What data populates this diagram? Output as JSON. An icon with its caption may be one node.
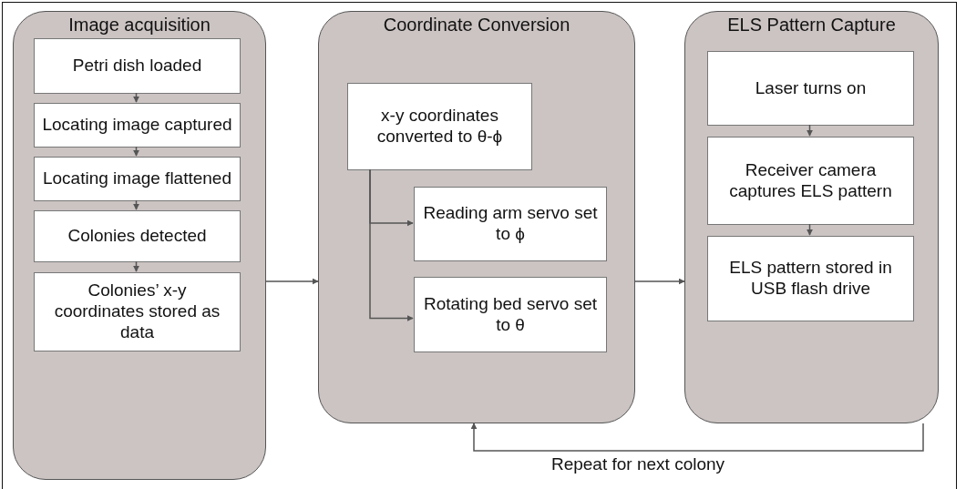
{
  "diagram": {
    "nodes": [
      {
        "text": [
          "Image acquisition"
        ]
      },
      {
        "text": [
          "Petri dish loaded"
        ],
        "in": 0
      },
      {
        "text": [
          "Locating image captured"
        ],
        "in": 0
      },
      {
        "text": [
          "Locating image flattened"
        ],
        "in": 0
      },
      {
        "text": [
          "Colonies detected"
        ],
        "in": 0
      },
      {
        "text": [
          "Colonies’ x-y coordinates stored as data"
        ],
        "in": 0
      },
      {
        "text": [
          "Coordinate Conversion"
        ]
      },
      {
        "text": [
          "x-y coordinates converted to θ-ϕ"
        ],
        "in": 6
      },
      {
        "text": [
          "Reading arm servo set to ϕ"
        ],
        "in": 6
      },
      {
        "text": [
          "Rotating bed servo set to θ"
        ],
        "in": 6
      },
      {
        "text": [
          "ELS Pattern Capture"
        ]
      },
      {
        "text": [
          "Laser turns on"
        ],
        "in": 10
      },
      {
        "text": [
          "Receiver camera captures ELS pattern"
        ],
        "in": 10
      },
      {
        "text": [
          "ELS pattern stored in USB flash drive"
        ],
        "in": 10
      }
    ],
    "edges": [
      {
        "from": 1,
        "to": 2,
        "arrow": "to"
      },
      {
        "from": 2,
        "to": 3,
        "arrow": "to"
      },
      {
        "from": 3,
        "to": 4,
        "arrow": "to"
      },
      {
        "from": 4,
        "to": 5,
        "arrow": "to"
      },
      {
        "from": 0,
        "to": 6,
        "arrow": "to"
      },
      {
        "from": 7,
        "to": 8,
        "arrow": "to"
      },
      {
        "from": 7,
        "to": 9,
        "arrow": "to"
      },
      {
        "from": 6,
        "to": 10,
        "arrow": "to"
      },
      {
        "from": 11,
        "to": 12,
        "arrow": "to"
      },
      {
        "from": 12,
        "to": 13,
        "arrow": "to"
      },
      {
        "from": 10,
        "to": 6,
        "arrow": "to",
        "label": "Repeat for next colony"
      }
    ]
  }
}
